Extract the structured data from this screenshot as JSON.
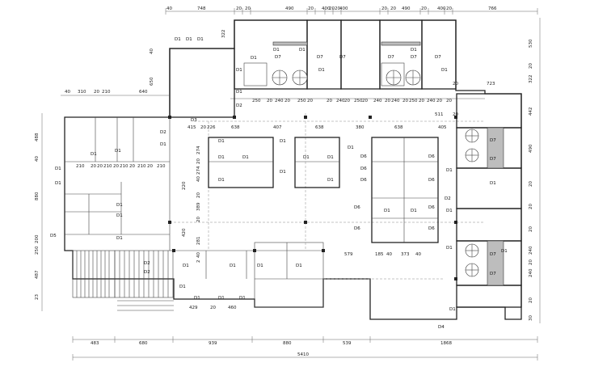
{
  "dimensions": {
    "top": [
      "40",
      "748",
      "20",
      "20",
      "490",
      "20",
      "400",
      "20",
      "20",
      "400",
      "20",
      "20",
      "490",
      "20",
      "400",
      "20",
      "766"
    ],
    "top_row2": [
      "250",
      "20",
      "240",
      "20",
      "250",
      "20",
      "20",
      "240",
      "20",
      "250",
      "20",
      "240",
      "20",
      "240",
      "20",
      "250",
      "20",
      "240",
      "20",
      "20",
      "511",
      "20",
      "723",
      "20"
    ],
    "corridor": [
      "415",
      "20",
      "226",
      "638",
      "407",
      "638",
      "380",
      "638",
      "405"
    ],
    "left_top": [
      "40",
      "310",
      "20",
      "210",
      "640"
    ],
    "left_mid": [
      "210",
      "20",
      "20",
      "210",
      "20",
      "210",
      "20",
      "210",
      "20",
      "210"
    ],
    "center_mid": [
      "579",
      "185",
      "40",
      "373",
      "40"
    ],
    "bottom_inner": [
      "429",
      "20",
      "460"
    ],
    "bottom": [
      "483",
      "680",
      "939",
      "880",
      "539",
      "1868"
    ],
    "total": "5410",
    "left_vertical": [
      "488",
      "40",
      "880",
      "200",
      "250",
      "487",
      "23",
      "650",
      "40",
      "322"
    ],
    "right_vertical": [
      "530",
      "20",
      "322",
      "442",
      "490",
      "20",
      "20",
      "20",
      "240",
      "20",
      "240",
      "20",
      "30"
    ],
    "inner_vertical": [
      "274",
      "20",
      "274",
      "40",
      "220",
      "20",
      "389",
      "20",
      "420",
      "281",
      "40",
      "2"
    ]
  },
  "labels": {
    "top_rooms": [
      "D1",
      "D1",
      "D1",
      "D1",
      "D1",
      "D1",
      "D1",
      "D7",
      "D7",
      "D7",
      "D7",
      "D7",
      "D7",
      "D1",
      "D1",
      "D1",
      "D3",
      "D2",
      "D1"
    ],
    "left_rooms": [
      "D2",
      "D1",
      "D1",
      "D1",
      "D1",
      "D1",
      "D1",
      "D1",
      "D5",
      "D2",
      "D1",
      "D1"
    ],
    "center_rooms": [
      "D1",
      "D1",
      "D1",
      "D6",
      "D6",
      "D6",
      "D6",
      "D6",
      "D6",
      "D6",
      "D6",
      "D6",
      "D1",
      "D1",
      "D1",
      "D1",
      "D1",
      "D1",
      "D1",
      "D1",
      "D1"
    ],
    "right_rooms": [
      "D7",
      "D7",
      "D1",
      "D1",
      "D2",
      "D1",
      "D7",
      "D7",
      "D1",
      "D1"
    ],
    "bottom_rooms": [
      "D1",
      "D2",
      "D1",
      "D1",
      "D1",
      "D1",
      "D1",
      "D1",
      "D4",
      "D1"
    ]
  }
}
